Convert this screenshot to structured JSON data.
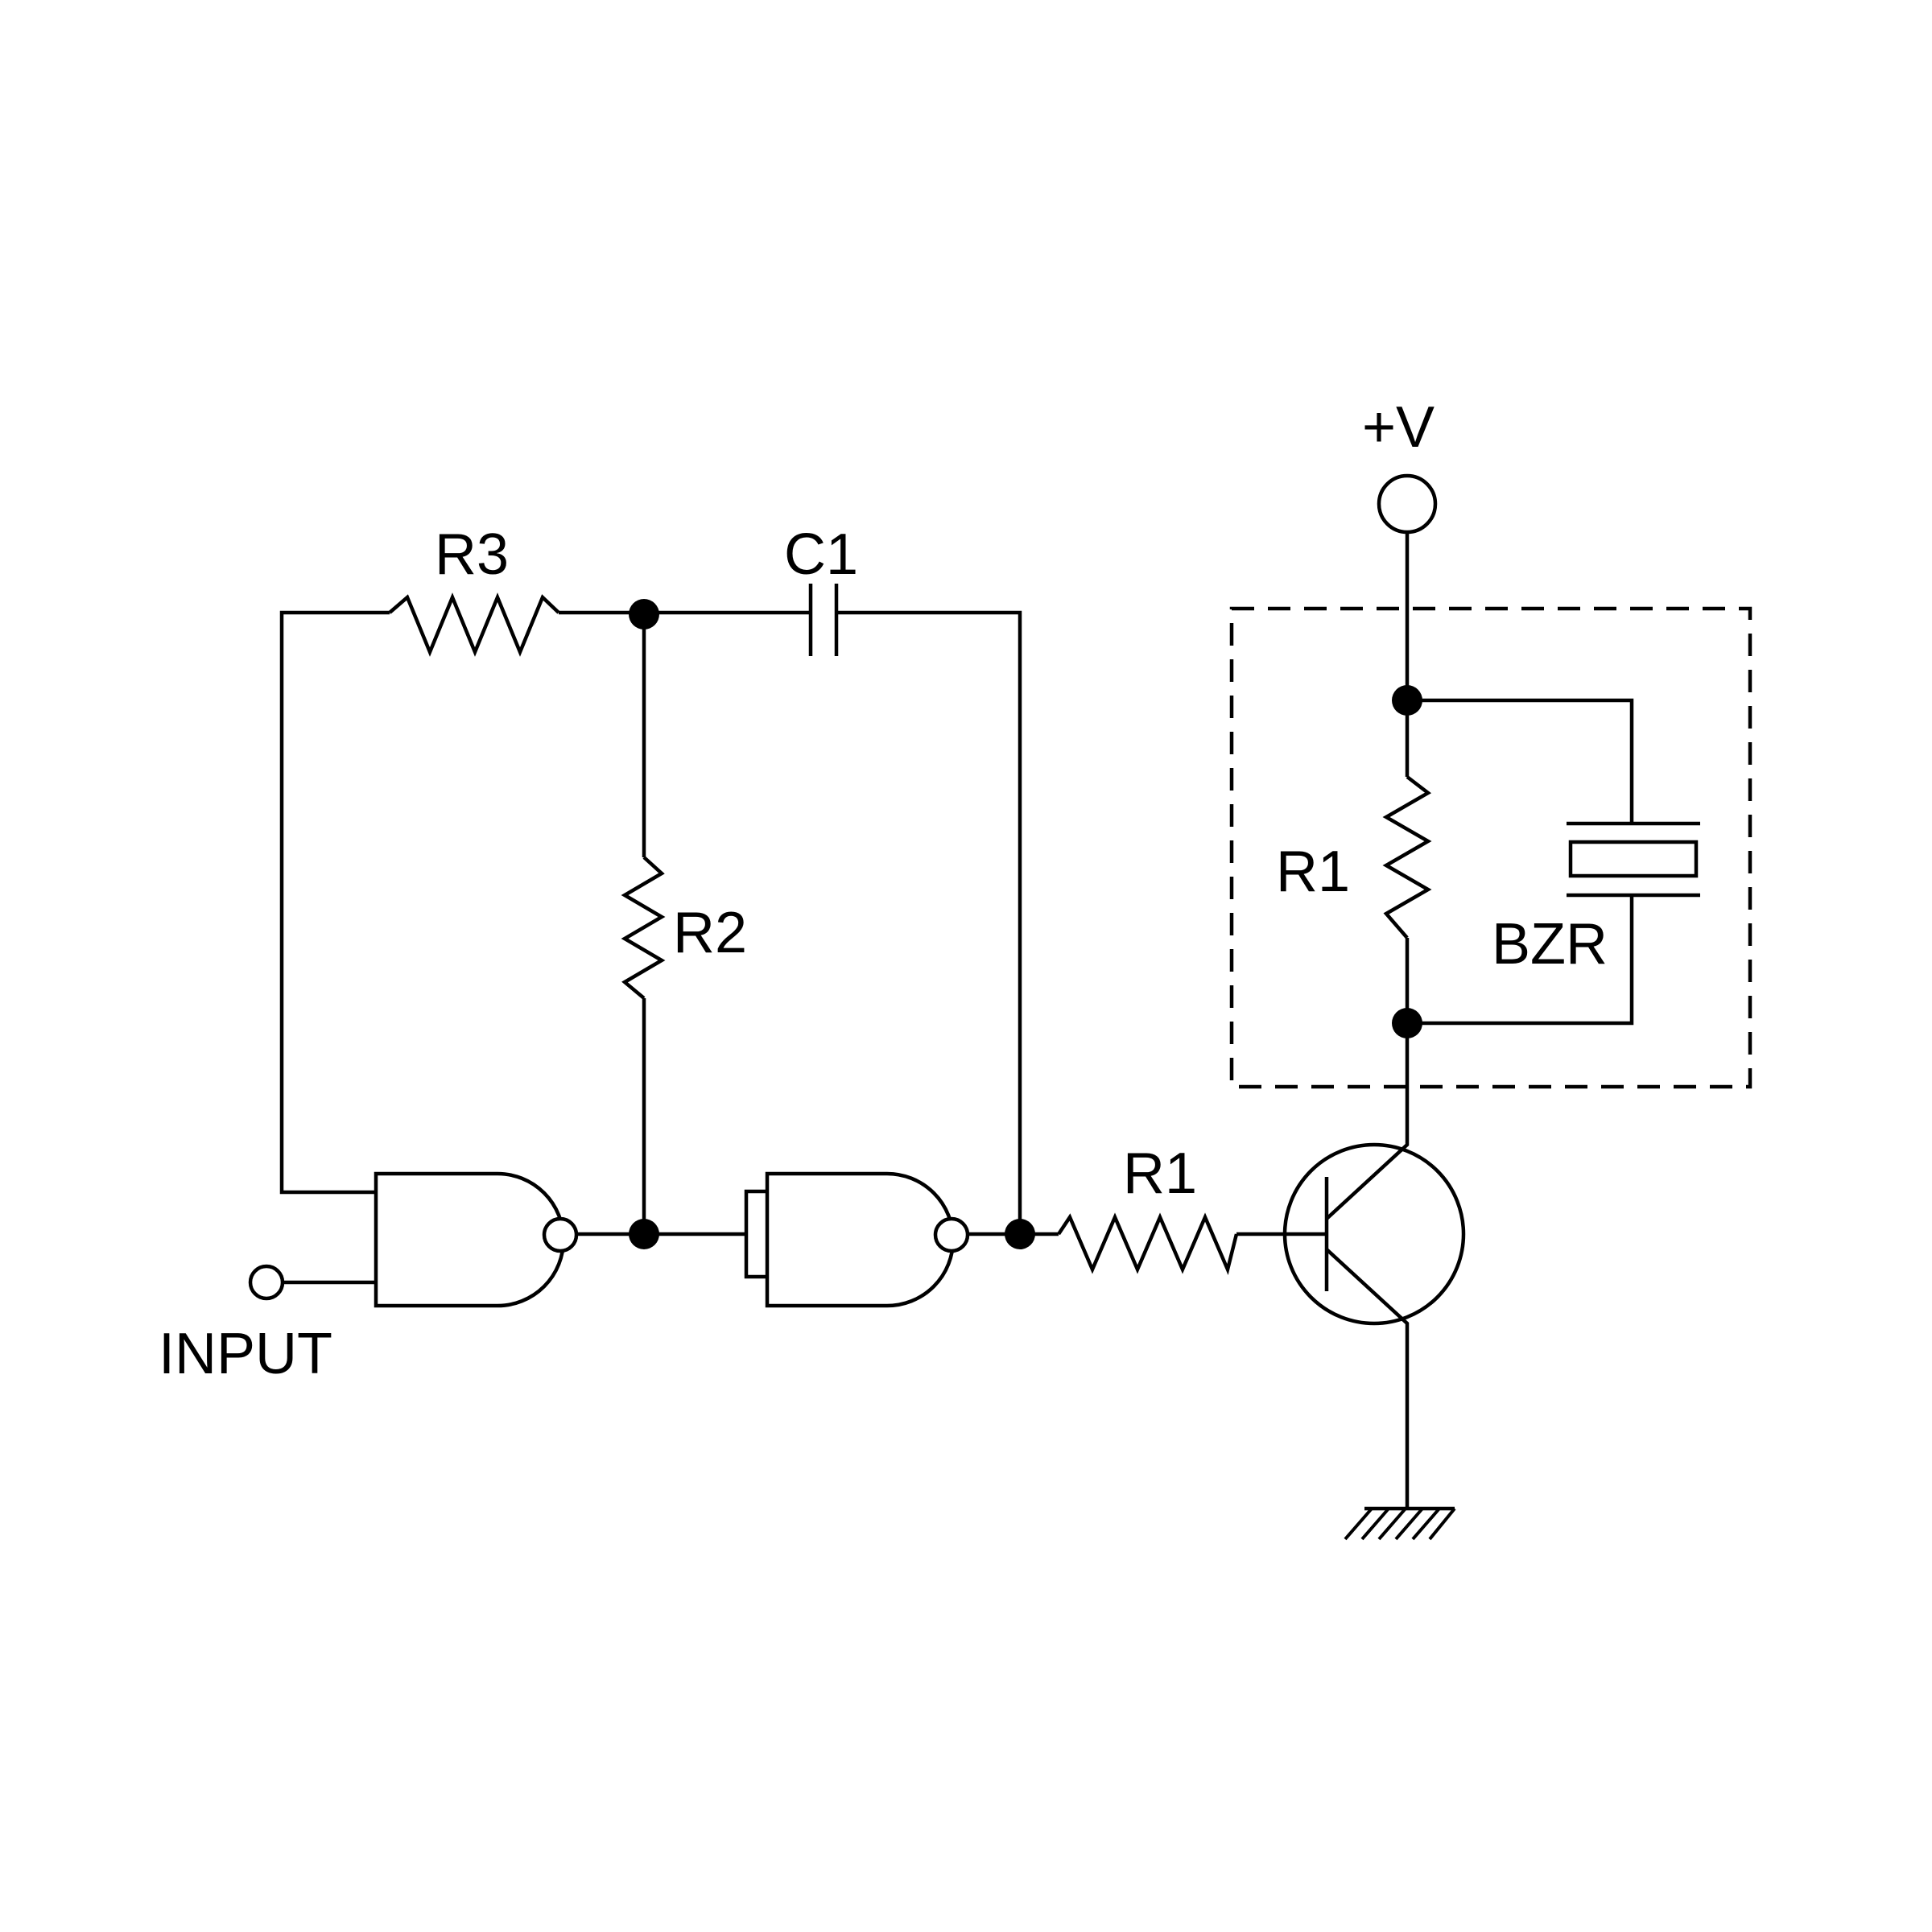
{
  "labels": {
    "r3": "R3",
    "c1": "C1",
    "r2": "R2",
    "r1_base": "R1",
    "r1_load": "R1",
    "bzr": "BZR",
    "supply": "+V",
    "input": "INPUT"
  },
  "colors": {
    "ink": "#000000",
    "background": "#ffffff"
  }
}
